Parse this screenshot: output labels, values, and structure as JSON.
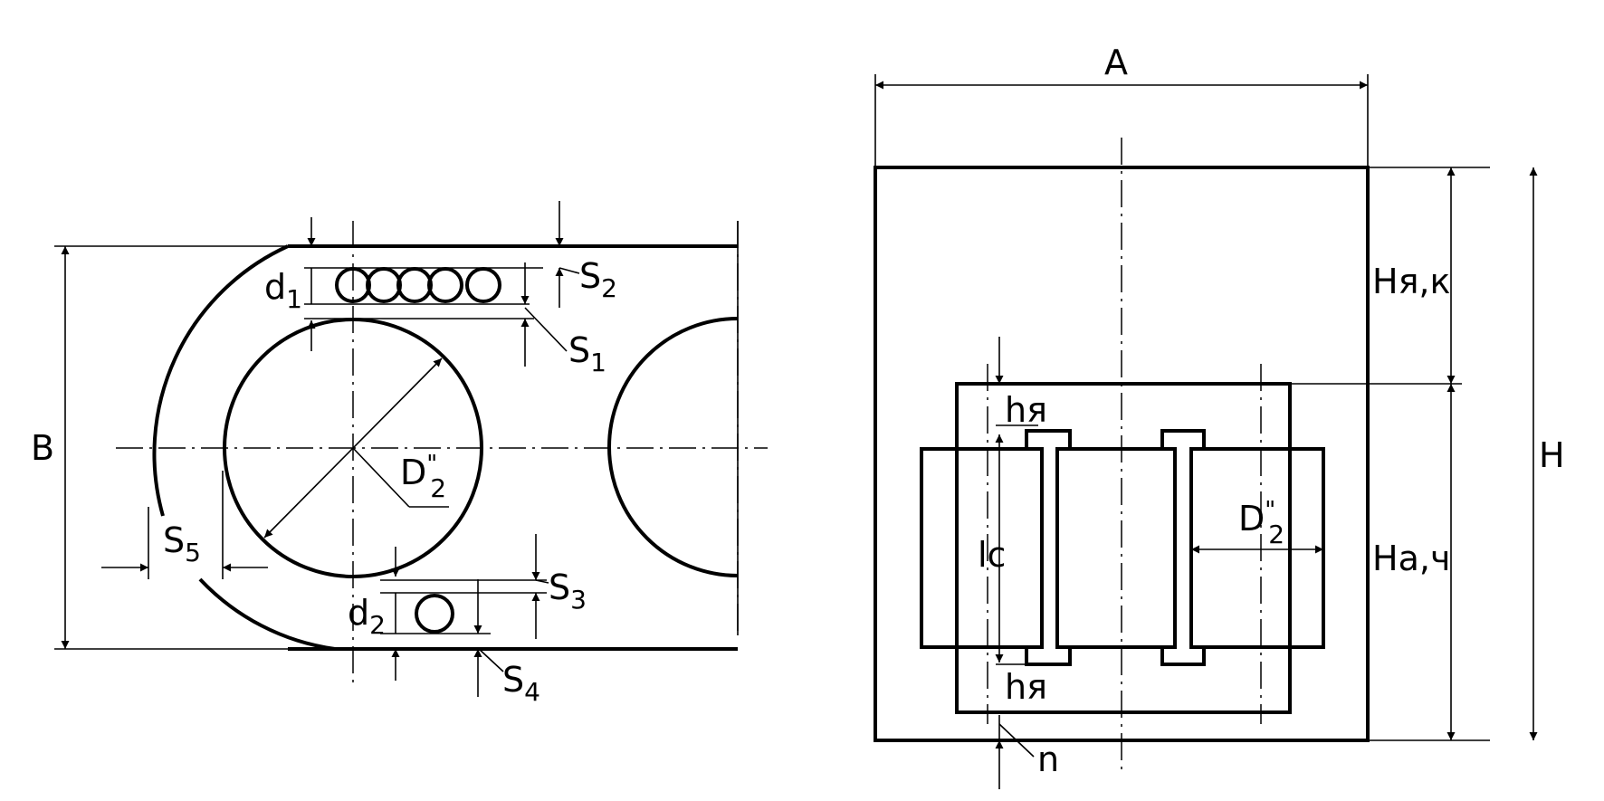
{
  "left_view": {
    "B": "B",
    "d1": {
      "base": "d",
      "sub": "1"
    },
    "d2": {
      "base": "d",
      "sub": "2"
    },
    "S1": {
      "base": "S",
      "sub": "1"
    },
    "S2": {
      "base": "S",
      "sub": "2"
    },
    "S3": {
      "base": "S",
      "sub": "3"
    },
    "S4": {
      "base": "S",
      "sub": "4"
    },
    "S5": {
      "base": "S",
      "sub": "5"
    },
    "D2": {
      "base": "D",
      "sup": "\"",
      "sub": "2"
    }
  },
  "right_view": {
    "A": "A",
    "H": "H",
    "H_yoke": "Hя,к",
    "H_active": "Hа,ч",
    "h_top": "hя",
    "h_bottom": "hя",
    "lc": "lc",
    "n": "n",
    "D2": {
      "base": "D",
      "sup": "\"",
      "sub": "2"
    }
  },
  "colors": {
    "line": "#000000",
    "background": "#ffffff"
  }
}
